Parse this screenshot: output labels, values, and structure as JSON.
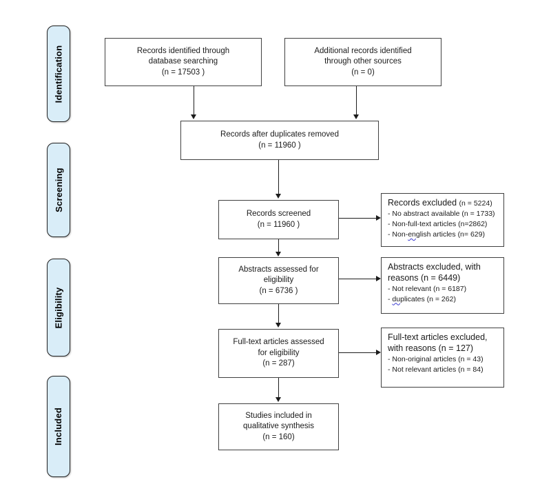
{
  "palette": {
    "sidebar_fill": "#d9edf8",
    "sidebar_border": "#1f1f1f",
    "box_border": "#3f3f3f",
    "arrow_color": "#1c1c1c",
    "squiggle_color": "#3a3ad0"
  },
  "sidebar": {
    "items": [
      {
        "id": "identification",
        "label": "Identification"
      },
      {
        "id": "screening",
        "label": "Screening"
      },
      {
        "id": "eligibility",
        "label": "Eligibility"
      },
      {
        "id": "included",
        "label": "Included"
      }
    ]
  },
  "flow": {
    "identified": {
      "text": "Records identified through\ndatabase searching\n(n = 17503 )"
    },
    "additional": {
      "text": "Additional records identified\nthrough other sources\n(n = 0)"
    },
    "after_duplicates": {
      "text": "Records after duplicates removed\n(n = 11960  )"
    },
    "screened": {
      "text": "Records screened\n(n = 11960 )"
    },
    "abstracts_assessed": {
      "text": "Abstracts assessed for\neligibility\n(n = 6736 )"
    },
    "fulltext_assessed": {
      "text": "Full-text articles assessed\nfor eligibility\n(n = 287)"
    },
    "included_studies": {
      "text": "Studies included in\nqualitative synthesis\n(n = 160)"
    }
  },
  "exclusions": {
    "records_excluded": {
      "title_main": "Records excluded ",
      "title_sub": "(n = 5224)",
      "items": [
        "- No abstract available (n = 1733)",
        "- Non-full-text articles (n=2862)"
      ],
      "item_wavy": {
        "pre": "- Non-",
        "wavy": "en",
        "post": "glish articles (n= 629)"
      }
    },
    "abstracts_excluded": {
      "title": "Abstracts excluded, with\nreasons (n = 6449)",
      "items": [
        "- Not relevant (n = 6187)"
      ],
      "item_wavy": {
        "pre": "- ",
        "wavy": "du",
        "post": "plicates (n = 262)"
      }
    },
    "fulltext_excluded": {
      "title": "Full-text articles excluded,\nwith reasons (n = 127)",
      "items": [
        "- Non-original articles (n = 43)",
        "- Not relevant articles (n = 84)"
      ]
    }
  }
}
